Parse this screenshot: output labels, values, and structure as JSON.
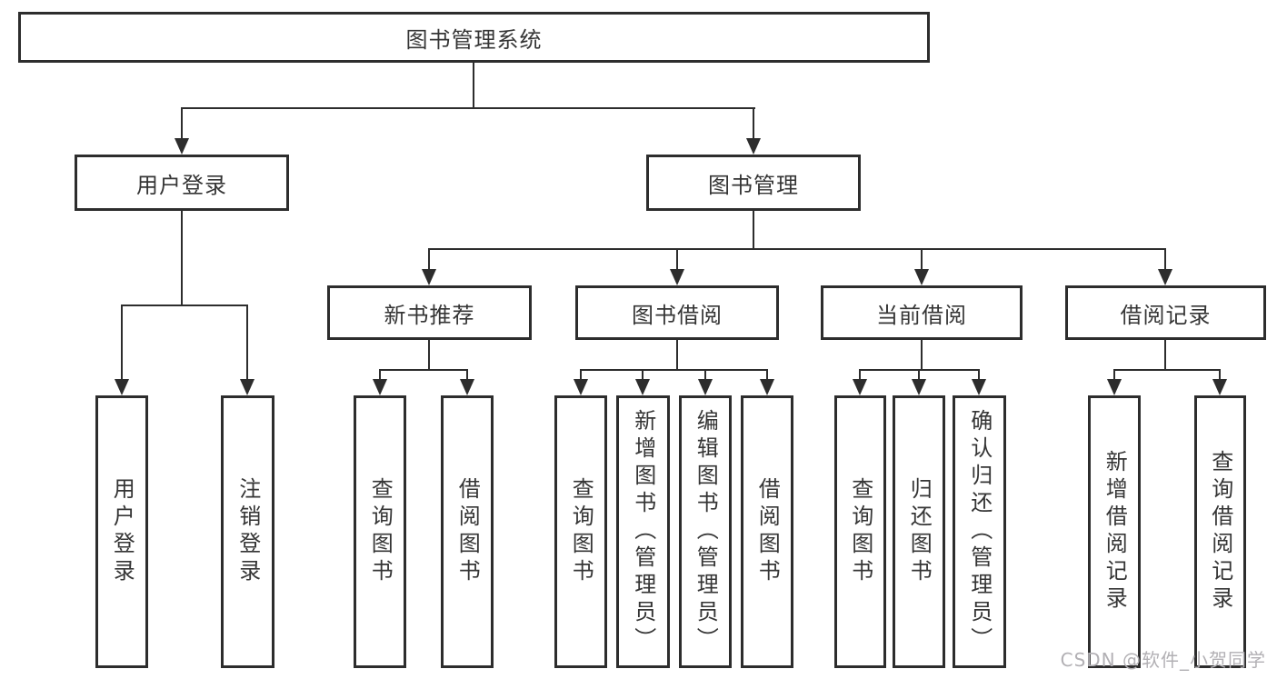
{
  "diagram": {
    "root": {
      "label": "图书管理系统",
      "children": [
        {
          "label": "用户登录",
          "children": [
            {
              "label": "用户登录"
            },
            {
              "label": "注销登录"
            }
          ]
        },
        {
          "label": "图书管理",
          "children": [
            {
              "label": "新书推荐",
              "children": [
                {
                  "label": "查询图书"
                },
                {
                  "label": "借阅图书"
                }
              ]
            },
            {
              "label": "图书借阅",
              "children": [
                {
                  "label": "查询图书"
                },
                {
                  "label": "新增图书（管理员）"
                },
                {
                  "label": "编辑图书（管理员）"
                },
                {
                  "label": "借阅图书"
                }
              ]
            },
            {
              "label": "当前借阅",
              "children": [
                {
                  "label": "查询图书"
                },
                {
                  "label": "归还图书"
                },
                {
                  "label": "确认归还（管理员）"
                }
              ]
            },
            {
              "label": "借阅记录",
              "children": [
                {
                  "label": "新增借阅记录"
                },
                {
                  "label": "查询借阅记录"
                }
              ]
            }
          ]
        }
      ]
    },
    "colors": {
      "line": "#2d2d2d",
      "text": "#353535",
      "background": "#ffffff",
      "watermark": "#b2b0b4"
    }
  },
  "watermark": {
    "text": "CSDN @软件_小贺同学"
  }
}
